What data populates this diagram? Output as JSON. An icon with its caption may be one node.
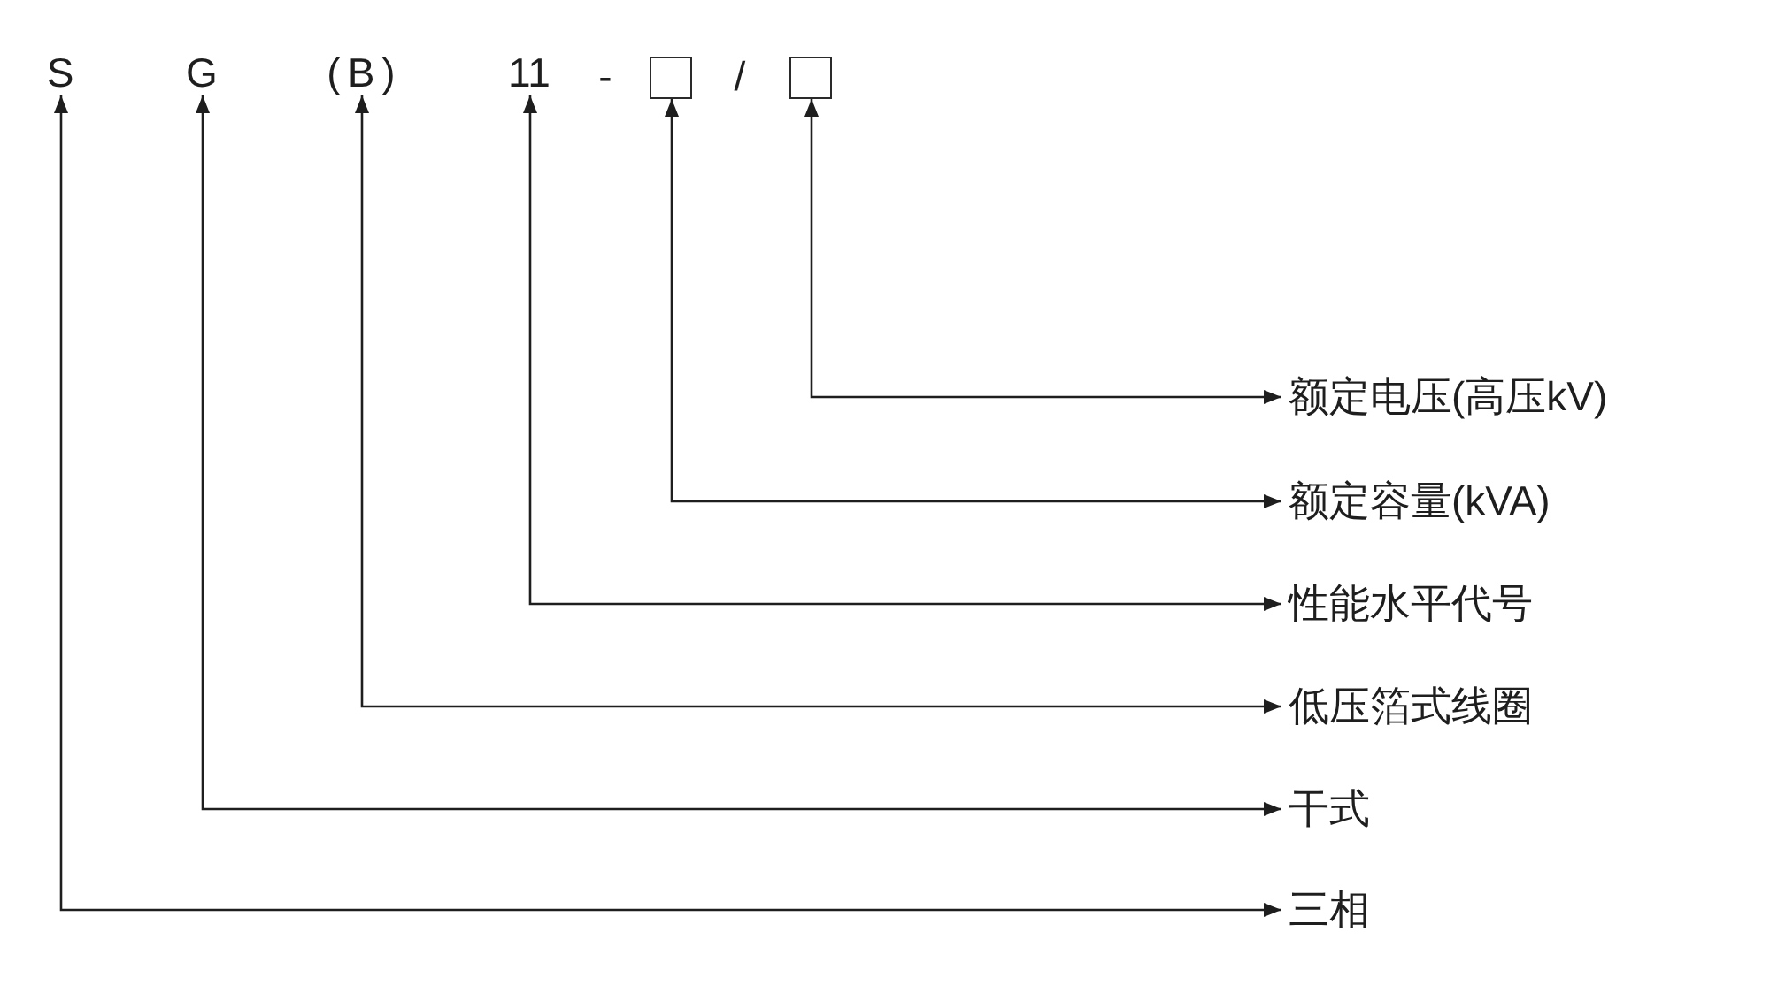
{
  "diagram": {
    "nodes": [
      {
        "text": [
          "S"
        ]
      },
      {
        "text": [
          "G"
        ]
      },
      {
        "text": [
          "(B)"
        ]
      },
      {
        "text": [
          "11"
        ]
      },
      {
        "text": [],
        "shape": "box"
      },
      {
        "text": [],
        "shape": "box"
      },
      {
        "text": [
          "额定电压(高压kV)"
        ]
      },
      {
        "text": [
          "额定容量(kVA)"
        ]
      },
      {
        "text": [
          "性能水平代号"
        ]
      },
      {
        "text": [
          "低压箔式线圈"
        ]
      },
      {
        "text": [
          "干式"
        ]
      },
      {
        "text": [
          "三相"
        ]
      }
    ],
    "edges": [
      {
        "from": 5,
        "to": 6,
        "arrow": "both"
      },
      {
        "from": 4,
        "to": 7,
        "arrow": "both"
      },
      {
        "from": 3,
        "to": 8,
        "arrow": "both"
      },
      {
        "from": 2,
        "to": 9,
        "arrow": "both"
      },
      {
        "from": 1,
        "to": 10,
        "arrow": "both"
      },
      {
        "from": 0,
        "to": 11,
        "arrow": "both"
      }
    ],
    "labels": [
      "-",
      "/"
    ]
  }
}
